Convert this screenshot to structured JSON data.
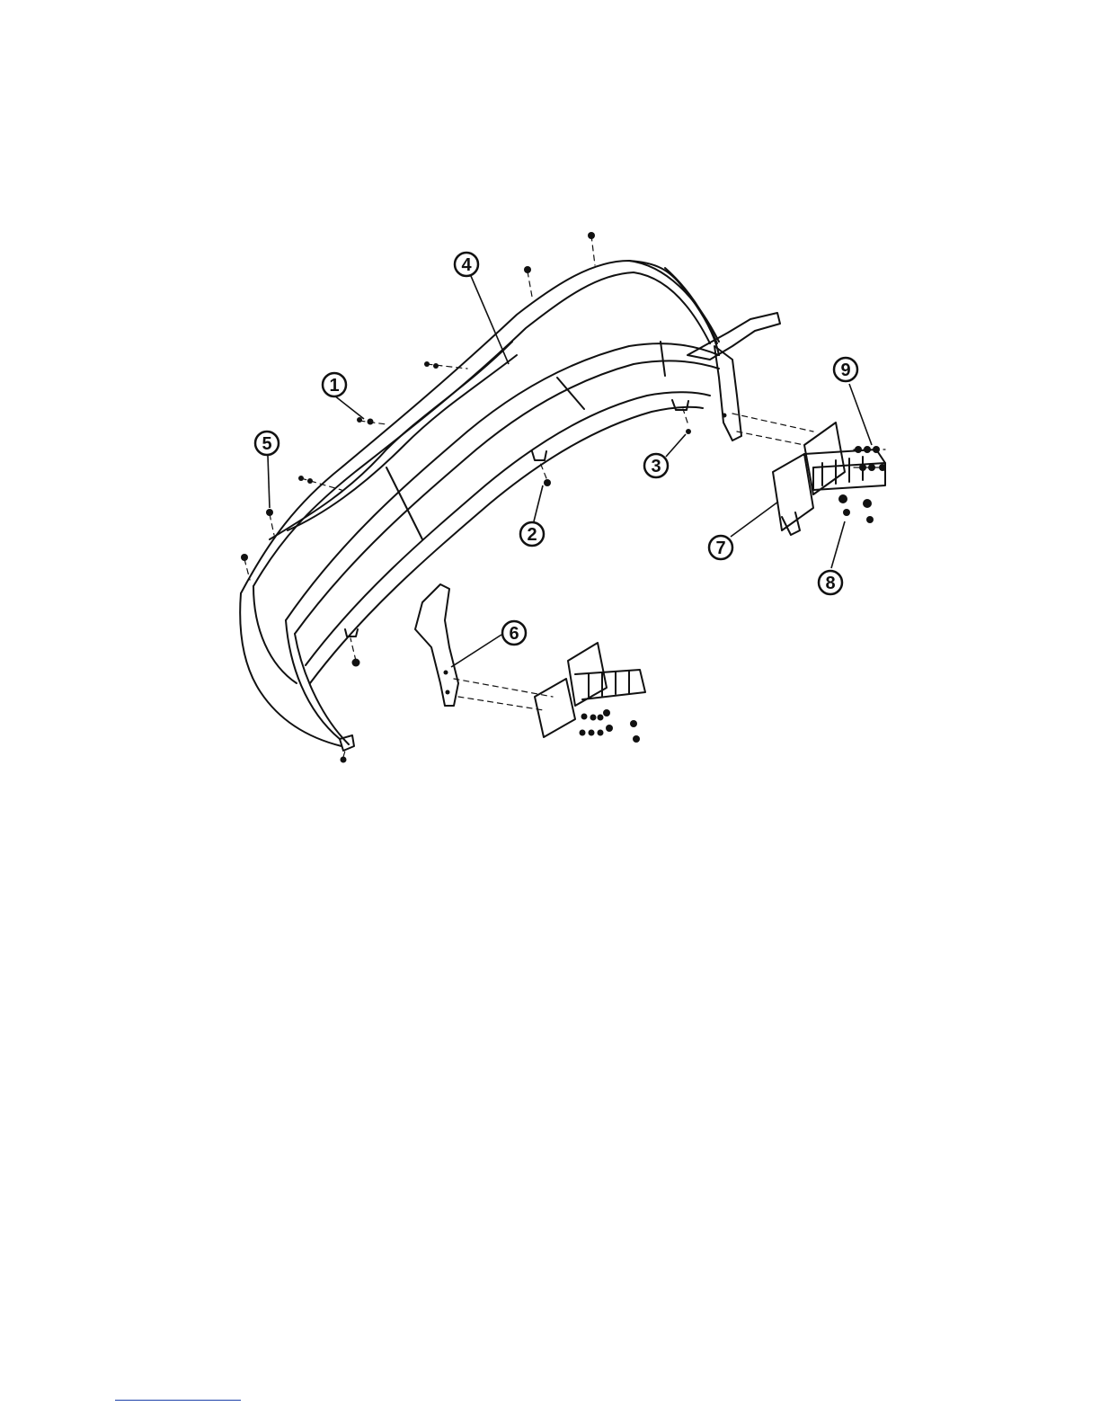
{
  "diagram": {
    "callouts": [
      {
        "id": "1",
        "label": "1"
      },
      {
        "id": "2",
        "label": "2"
      },
      {
        "id": "3",
        "label": "3"
      },
      {
        "id": "4",
        "label": "4"
      },
      {
        "id": "5",
        "label": "5"
      },
      {
        "id": "6",
        "label": "6"
      },
      {
        "id": "7",
        "label": "7"
      },
      {
        "id": "8",
        "label": "8"
      },
      {
        "id": "9",
        "label": "9"
      }
    ],
    "line_color": "#111111",
    "footnote_rule_color": "#1a3fa8"
  }
}
